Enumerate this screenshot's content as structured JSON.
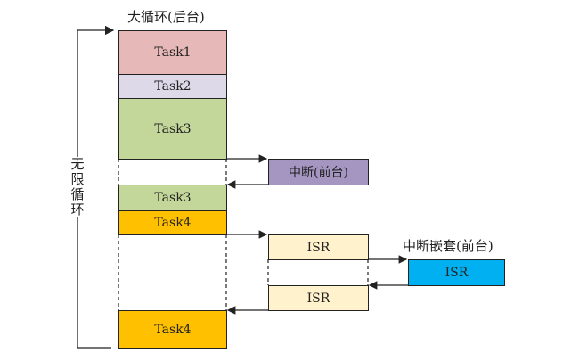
{
  "labels": {
    "background": "大循环(后台)",
    "nested": "中断嵌套(前台)",
    "loop": "无限循环"
  },
  "main_column": [
    {
      "label": "Task1",
      "color": "#e6b8b7"
    },
    {
      "label": "Task2",
      "color": "#ddd9e8"
    },
    {
      "label": "Task3",
      "color": "#c4d79b"
    },
    {
      "label": "Task3",
      "color": "#c4d79b"
    },
    {
      "label": "Task4",
      "color": "#ffc000"
    },
    {
      "label": "Task4",
      "color": "#ffc000"
    }
  ],
  "interrupt": {
    "label": "中断(前台)",
    "color": "#a495c1"
  },
  "isr": [
    {
      "label": "ISR",
      "color": "#fff2cc"
    },
    {
      "label": "ISR",
      "color": "#fff2cc"
    },
    {
      "label": "ISR",
      "color": "#00b0f0"
    }
  ]
}
